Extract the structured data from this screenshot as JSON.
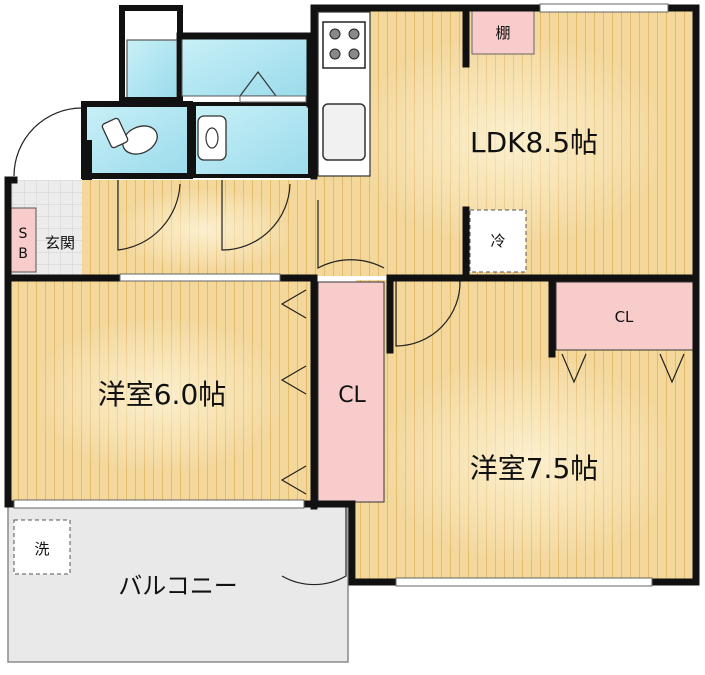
{
  "rooms": {
    "ldk": "LDK8.5帖",
    "western_a": "洋室6.0帖",
    "western_b": "洋室7.5帖",
    "balcony": "バルコニー",
    "entrance": "玄関"
  },
  "fixtures": {
    "shelf": "棚",
    "refrigerator": "冷",
    "closet_main": "CL",
    "closet_ldk": "CL",
    "washer": "洗",
    "shoe_box_line1": "S",
    "shoe_box_line2": "B"
  },
  "colors": {
    "wood_floor": "#f3d79b",
    "wood_grain": "#e2b968",
    "wall": "#111111",
    "bath_blue": "#aee3ef",
    "closet_pink": "#f9cccc",
    "balcony_gray": "#e9e9e9",
    "tile_gray": "#dcdcdc"
  }
}
